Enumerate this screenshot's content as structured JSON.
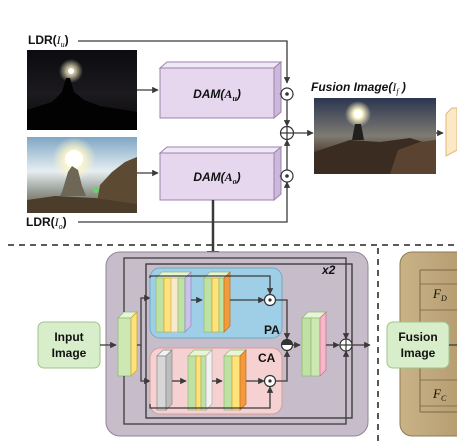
{
  "inputs": {
    "underexposed": {
      "prefix": "LDR(",
      "symbol": "I",
      "sub": "u",
      "suffix": ")"
    },
    "overexposed": {
      "prefix": "LDR(",
      "symbol": "I",
      "sub": "o",
      "suffix": ")"
    }
  },
  "dam_blocks": [
    {
      "prefix": "DAM(",
      "symbol": "A",
      "sub": "u",
      "suffix": ")"
    },
    {
      "prefix": "DAM(",
      "symbol": "A",
      "sub": "o",
      "suffix": ")"
    }
  ],
  "fusion_output": {
    "prefix": "Fusion Image(",
    "symbol": "I",
    "sub": "f",
    "suffix": " )"
  },
  "operators": {
    "multiply": "⊙",
    "add": "⊕"
  },
  "dam_detail": {
    "repeat_label": "x2",
    "input_label_line1": "Input",
    "input_label_line2": "Image",
    "pa_label": "PA",
    "ca_label": "CA"
  },
  "right_panel": {
    "fusion_label_line1": "Fusion",
    "fusion_label_line2": "Image",
    "fd_symbol": "F",
    "fd_sub": "D",
    "fc_symbol": "F",
    "fc_sub": "C"
  },
  "colors": {
    "dam_fill": "#e6d7ee",
    "dam_stroke": "#9c83ad",
    "detail_bg": "#c7bdca",
    "pa_bg": "#9fcfe7",
    "ca_bg": "#f6d1d1",
    "input_box": "#d8eecb",
    "right_panel_bg": "#cfb891",
    "output_cube": "#fde8c5"
  }
}
